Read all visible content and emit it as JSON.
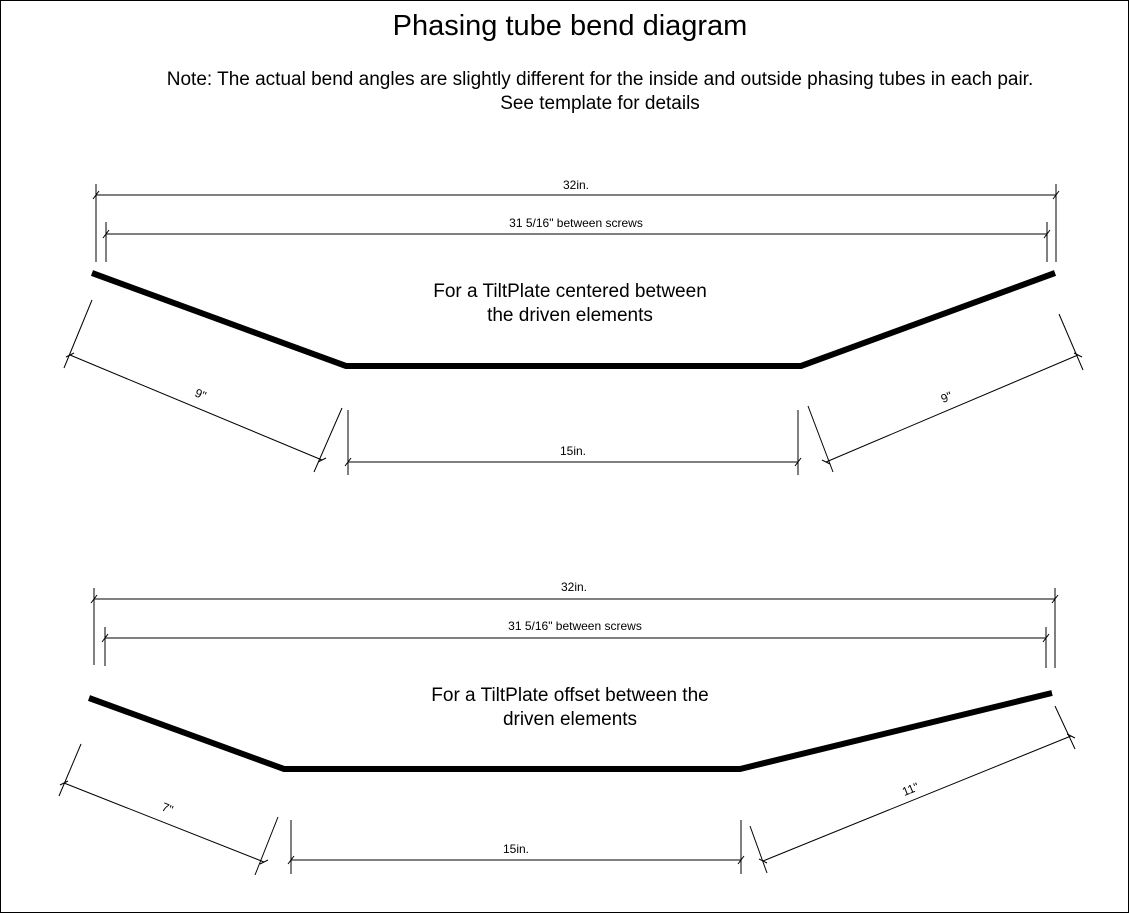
{
  "title": "Phasing tube bend diagram",
  "note_line1": "Note: The actual bend angles are slightly different for the inside and outside phasing tubes in each pair.",
  "note_line2": "See template for details",
  "diagrams": [
    {
      "caption_line1": "For a TiltPlate centered between",
      "caption_line2": "the driven elements",
      "overall_length": "32in.",
      "screw_spacing": "31 5/16\" between screws",
      "left_leg": "9\"",
      "center_section": "15in.",
      "right_leg": "9\""
    },
    {
      "caption_line1": "For a TiltPlate offset between the",
      "caption_line2": "driven elements",
      "overall_length": "32in.",
      "screw_spacing": "31 5/16\" between screws",
      "left_leg": "7\"",
      "center_section": "15in.",
      "right_leg": "11\""
    }
  ]
}
